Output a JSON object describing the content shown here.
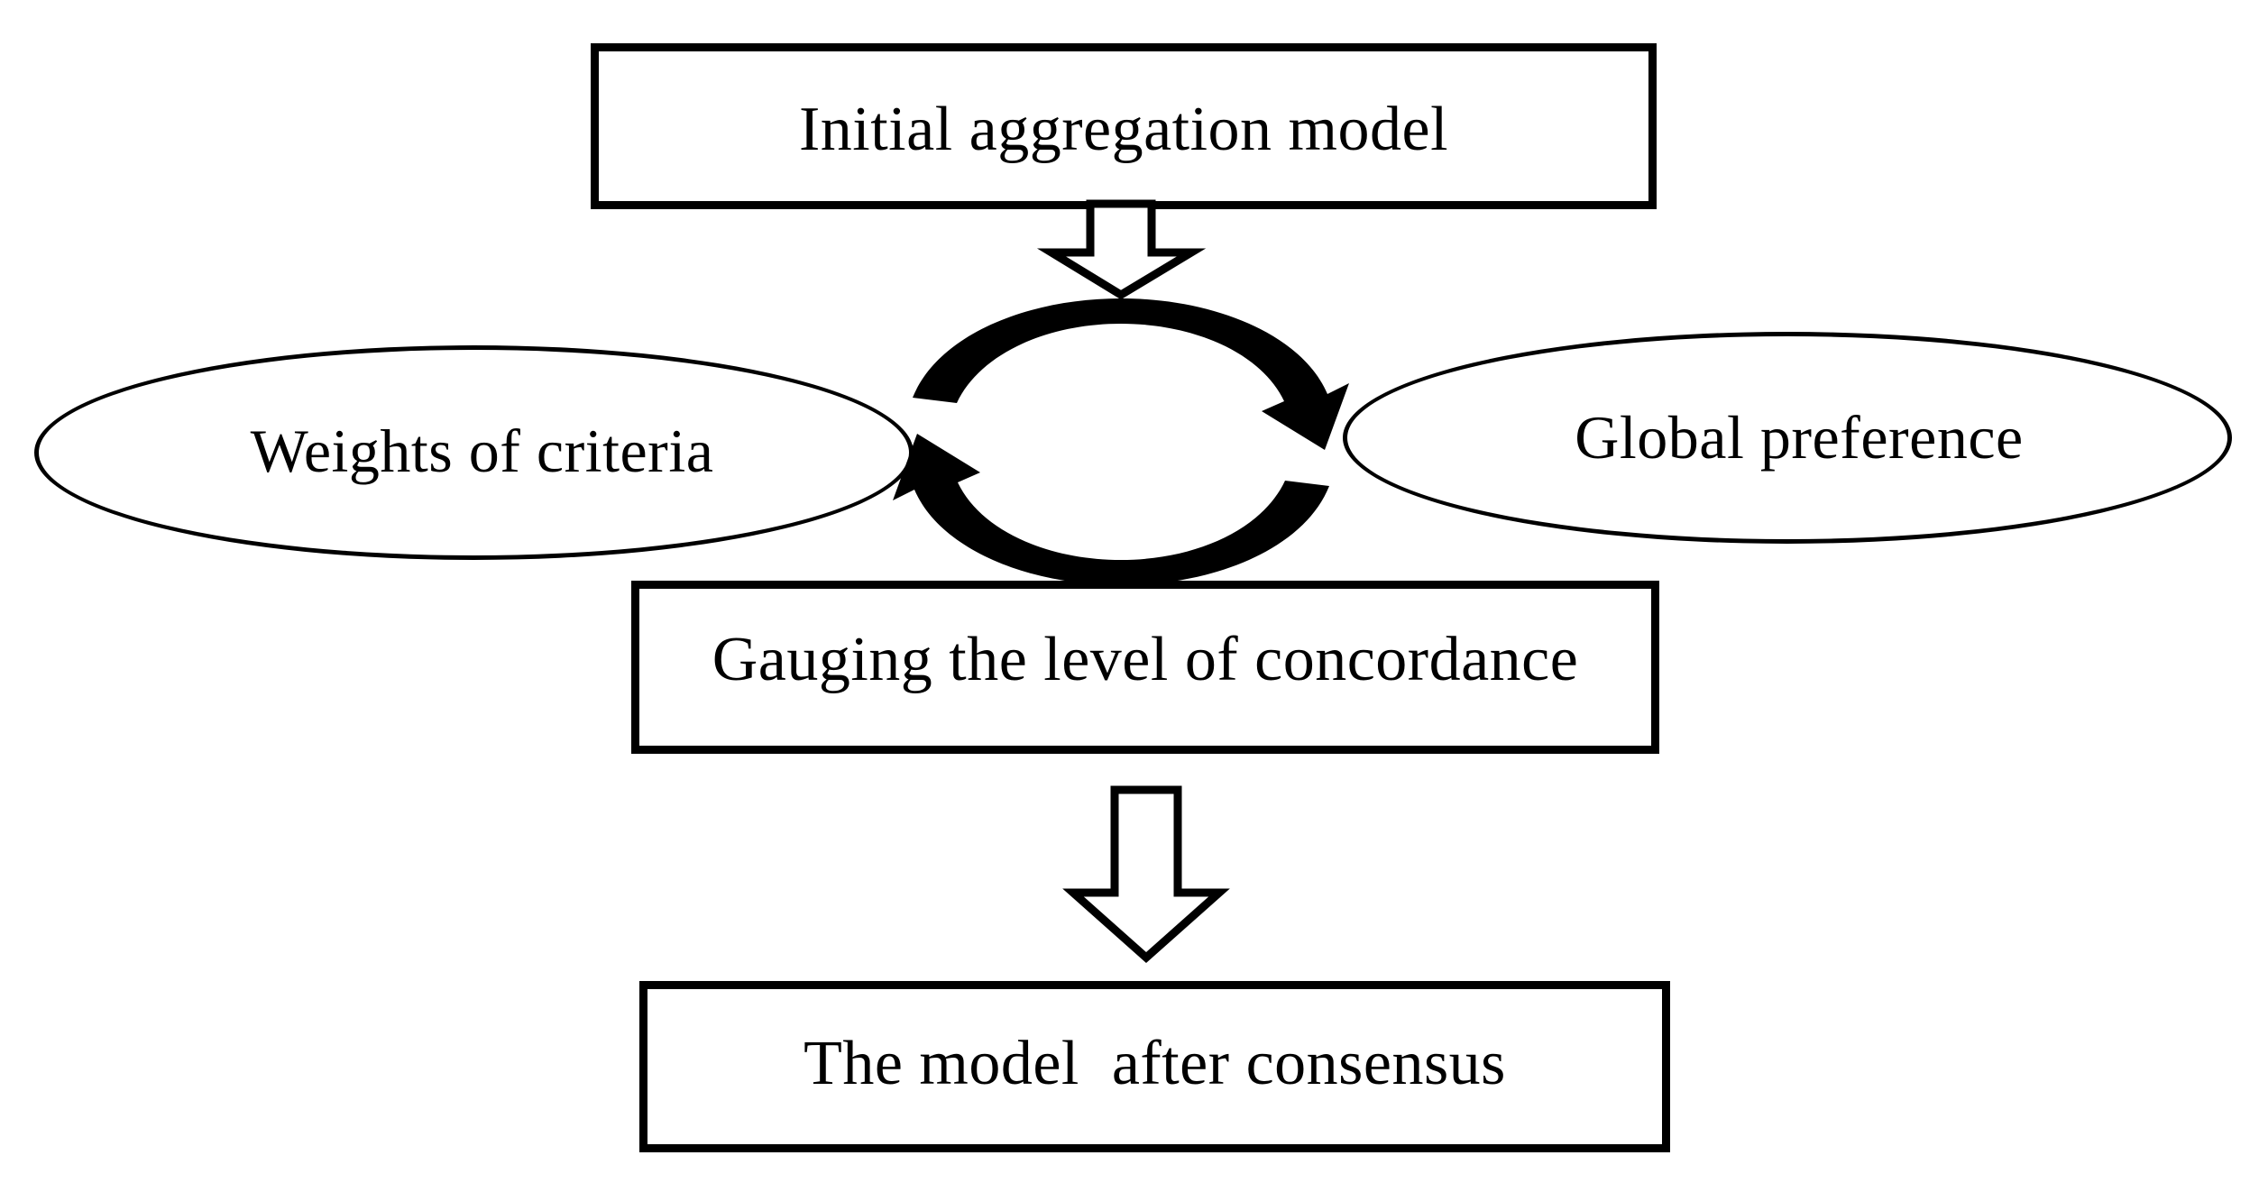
{
  "diagram": {
    "title": "Consensus aggregation model process flow",
    "background_color": "#ffffff",
    "stroke_color": "#000000",
    "nodes": [
      {
        "id": "initial-model",
        "shape": "rectangle",
        "label": "Initial aggregation model"
      },
      {
        "id": "weights-of-criteria",
        "shape": "ellipse",
        "label": "Weights of criteria"
      },
      {
        "id": "global-preference",
        "shape": "ellipse",
        "label": "Global preference"
      },
      {
        "id": "gauging",
        "shape": "rectangle",
        "label": "Gauging the level of concordance"
      },
      {
        "id": "after-consensus",
        "shape": "rectangle",
        "label": "The model  after consensus"
      }
    ],
    "connectors": [
      {
        "id": "arrow-model-to-pair",
        "type": "block-arrow",
        "direction": "down",
        "style": "hollow",
        "from": "initial-model",
        "to": "weights-and-preference"
      },
      {
        "id": "cycle-arrows",
        "type": "circular-arrows",
        "style": "solid-curved-pair",
        "direction": "bidirectional-cycle",
        "between": [
          "weights-of-criteria",
          "global-preference"
        ]
      },
      {
        "id": "arrow-gauging-to-consensus",
        "type": "block-arrow",
        "direction": "down",
        "style": "hollow",
        "from": "gauging",
        "to": "after-consensus"
      }
    ]
  }
}
